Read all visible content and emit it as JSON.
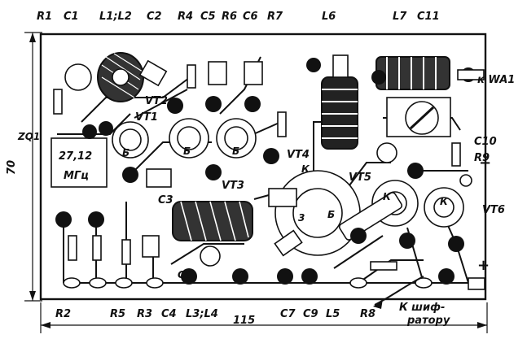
{
  "labels": {
    "top": [
      "R1",
      "C1",
      "L1;L2",
      "C2",
      "R4",
      "C5",
      "R6",
      "C6",
      "R7",
      "L6",
      "L7",
      "C11"
    ],
    "bottom": [
      "R2",
      "R5",
      "R3",
      "C4",
      "L3;L4",
      "C7",
      "C9",
      "L5",
      "R8"
    ],
    "right": [
      "к WA1",
      "C10",
      "R9",
      "VT6"
    ],
    "transistors": [
      "VT1",
      "VT2",
      "VT3",
      "VT4",
      "VT5"
    ],
    "misc": [
      "ZQ1",
      "C3",
      "C8"
    ],
    "pins": [
      "Б",
      "Б",
      "Б",
      "К",
      "К",
      "Б",
      "3",
      "К"
    ],
    "crystal": [
      "27,12",
      "МГц"
    ],
    "plus": "+",
    "minus": "−",
    "to_encoder": [
      "К шиф-",
      "ратору"
    ]
  },
  "dimensions": {
    "height": "70",
    "width": "115"
  }
}
